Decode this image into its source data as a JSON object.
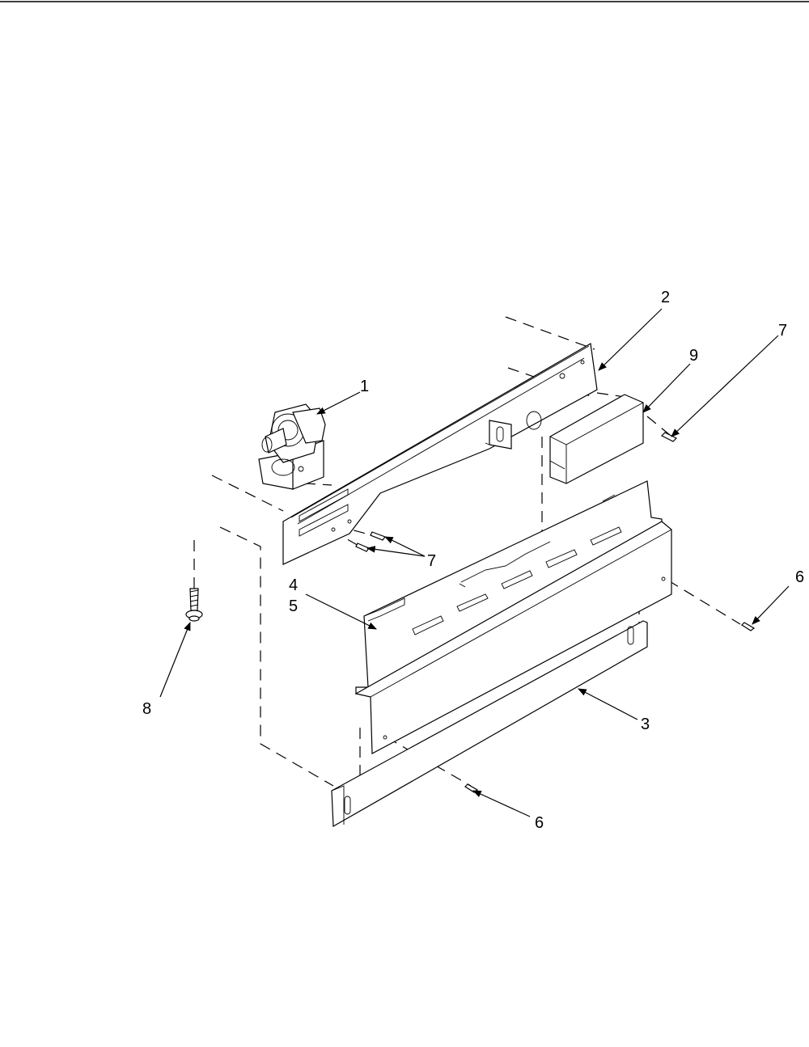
{
  "diagram": {
    "callouts": {
      "c1": "1",
      "c2": "2",
      "c3": "3",
      "c4": "4",
      "c5": "5",
      "c6a": "6",
      "c6b": "6",
      "c7a": "7",
      "c7b": "7",
      "c8": "8",
      "c9": "9"
    },
    "colors": {
      "line": "#000000",
      "background": "#ffffff"
    }
  }
}
